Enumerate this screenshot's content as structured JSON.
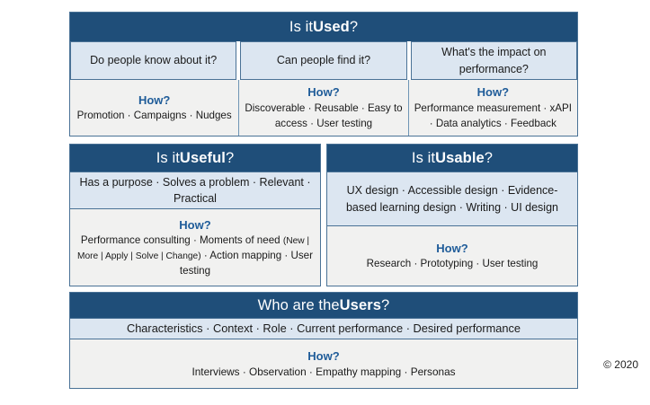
{
  "diagram": {
    "title_blocks": [
      {
        "id": "used",
        "header_prefix": "Is it ",
        "header_bold": "Used",
        "header_suffix": "?",
        "columns": [
          {
            "criteria": "Do people know about it?",
            "how_label": "How?",
            "how_items": "Promotion · Campaigns · Nudges"
          },
          {
            "criteria": "Can people find it?",
            "how_label": "How?",
            "how_items": "Discoverable · Reusable · Easy to access · User testing"
          },
          {
            "criteria": "What's the impact on performance?",
            "how_label": "How?",
            "how_items": "Performance measurement · xAPI · Data analytics · Feedback"
          }
        ]
      },
      {
        "id": "useful",
        "header_prefix": "Is it ",
        "header_bold": "Useful",
        "header_suffix": "?",
        "criteria": "Has a purpose · Solves a problem · Relevant · Practical",
        "how_label": "How?",
        "how_items_before": "Performance consulting · Moments of need ",
        "how_items_small": "(New | More | Apply | Solve | Change)",
        "how_items_after": " · Action mapping · User testing"
      },
      {
        "id": "usable",
        "header_prefix": "Is it ",
        "header_bold": "Usable",
        "header_suffix": "?",
        "criteria": "UX design · Accessible design · Evidence-based learning design · Writing · UI design",
        "how_label": "How?",
        "how_items": "Research · Prototyping · User testing"
      },
      {
        "id": "users",
        "header_prefix": "Who are the ",
        "header_bold": "Users",
        "header_suffix": "?",
        "criteria": "Characteristics · Context · Role · Current performance · Desired performance",
        "how_label": "How?",
        "how_items": "Interviews · Observation · Empathy mapping · Personas"
      }
    ],
    "copyright": "© 2020",
    "colors": {
      "header_bg": "#1f4e79",
      "band_bg": "#dce6f1",
      "how_bg": "#f1f1f0",
      "border": "#4a7296",
      "how_title": "#1f5c99"
    }
  }
}
